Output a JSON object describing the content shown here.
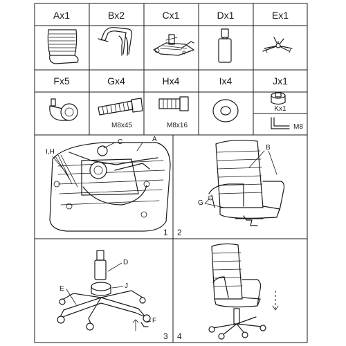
{
  "parts": [
    {
      "id": "A",
      "label": "Ax1",
      "icon": "seat-back-icon"
    },
    {
      "id": "B",
      "label": "Bx2",
      "icon": "armrest-icon"
    },
    {
      "id": "C",
      "label": "Cx1",
      "icon": "tilt-mechanism-icon"
    },
    {
      "id": "D",
      "label": "Dx1",
      "icon": "gas-lift-icon"
    },
    {
      "id": "E",
      "label": "Ex1",
      "icon": "star-base-icon"
    },
    {
      "id": "F",
      "label": "Fx5",
      "icon": "caster-icon"
    },
    {
      "id": "G",
      "label": "Gx4",
      "icon": "long-bolt-icon",
      "size": "M8x45"
    },
    {
      "id": "H",
      "label": "Hx4",
      "icon": "short-bolt-icon",
      "size": "M8x16"
    },
    {
      "id": "I",
      "label": "Ix4",
      "icon": "washer-icon"
    },
    {
      "id": "J",
      "label": "Jx1",
      "icon": "cover-cap-icon"
    },
    {
      "id": "K",
      "label": "Kx1",
      "icon": "hex-key-icon",
      "size": "M8"
    }
  ],
  "steps": [
    {
      "number": "1",
      "callouts": [
        "I,H",
        "C",
        "A"
      ]
    },
    {
      "number": "2",
      "callouts": [
        "B",
        "G"
      ]
    },
    {
      "number": "3",
      "callouts": [
        "D",
        "J",
        "E",
        "F"
      ]
    },
    {
      "number": "4",
      "callouts": []
    }
  ],
  "colors": {
    "ink": "#1a1a1a",
    "paper": "#ffffff"
  }
}
